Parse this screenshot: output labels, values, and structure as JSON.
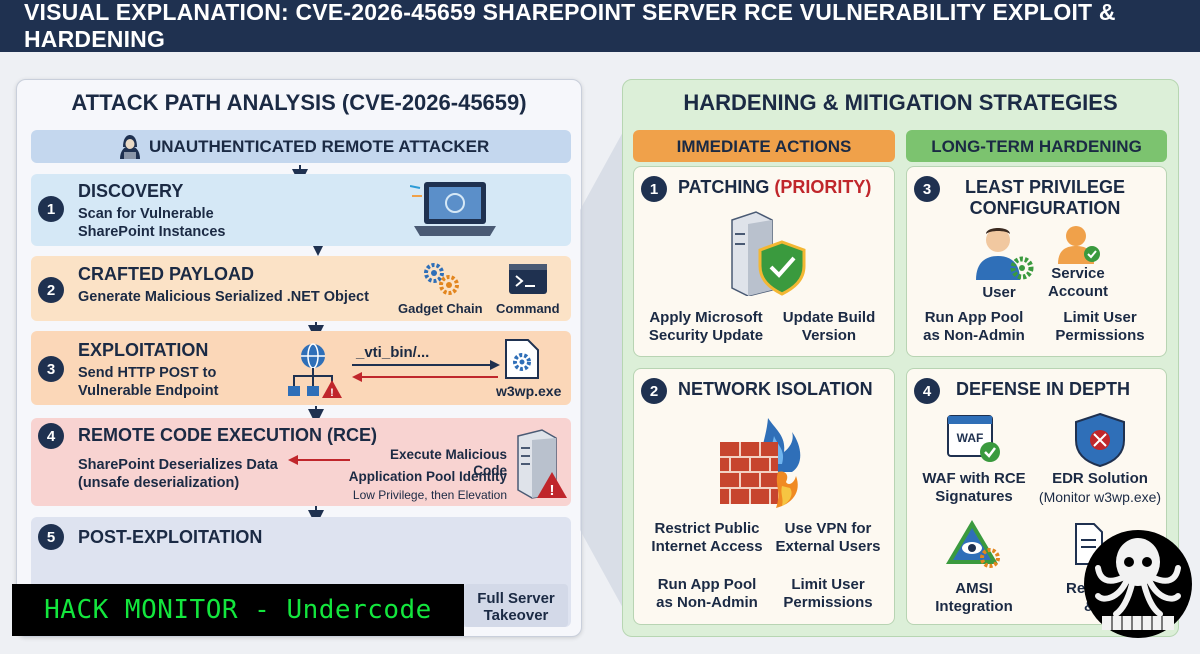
{
  "header": {
    "title": "VISUAL EXPLANATION: CVE-2026-45659 SHAREPOINT SERVER RCE VULNERABILITY EXPLOIT & HARDENING"
  },
  "attack": {
    "title": "ATTACK PATH ANALYSIS (CVE-2026-45659)",
    "attacker": "UNAUTHENTICATED REMOTE ATTACKER",
    "stages": [
      {
        "num": "1",
        "title": "DISCOVERY",
        "desc1": "Scan for Vulnerable",
        "desc2": "SharePoint Instances"
      },
      {
        "num": "2",
        "title": "CRAFTED PAYLOAD",
        "desc1": "Generate Malicious Serialized .NET Object",
        "label_a": "Gadget Chain",
        "label_b": "Command"
      },
      {
        "num": "3",
        "title": "EXPLOITATION",
        "desc1": "Send HTTP POST to",
        "desc2": "Vulnerable Endpoint",
        "path": "_vti_bin/...",
        "process": "w3wp.exe"
      },
      {
        "num": "4",
        "title": "REMOTE CODE EXECUTION (RCE)",
        "desc1": "SharePoint Deserializes Data",
        "desc2": "(unsafe deserialization)",
        "exec1": "Execute Malicious Code",
        "exec2": "Application Pool Identity",
        "exec3": "Low Privilege, then Elevation"
      },
      {
        "num": "5",
        "title": "POST-EXPLOITATION",
        "outcome": "Full Server Takeover",
        "outcome1": "Full Server",
        "outcome2": "Takeover"
      }
    ]
  },
  "hardening": {
    "title": "HARDENING & MITIGATION STRATEGIES",
    "immediate": "IMMEDIATE ACTIONS",
    "longterm": "LONG-TERM HARDENING",
    "cards": [
      {
        "num": "1",
        "title": "PATCHING ",
        "title_em": "(PRIORITY)",
        "items": [
          "Apply Microsoft",
          "Security Update",
          "Update Build",
          "Version"
        ]
      },
      {
        "num": "2",
        "title": "NETWORK ISOLATION",
        "items": [
          "Restrict Public",
          "Internet Access",
          "Use VPN for",
          "External Users",
          "Run App Pool",
          "as Non-Admin",
          "Limit User",
          "Permissions"
        ]
      },
      {
        "num": "3",
        "title1": "LEAST PRIVILEGE",
        "title2": "CONFIGURATION",
        "user": "User",
        "svc1": "Service",
        "svc2": "Account",
        "items": [
          "Run App Pool",
          "as Non-Admin",
          "Limit User",
          "Permissions"
        ]
      },
      {
        "num": "4",
        "title": "DEFENSE IN DEPTH",
        "waf_badge": "WAF",
        "items": [
          "WAF with RCE",
          "Signatures",
          "EDR Solution",
          "(Monitor w3wp.exe)",
          "AMSI",
          "Integration",
          "Regu",
          "& L"
        ]
      }
    ]
  },
  "watermark": "HACK MONITOR - Undercode",
  "colors": {
    "navy": "#1f3150",
    "orange": "#f0a14a",
    "green": "#7cc36f",
    "danger": "#c0262b"
  }
}
